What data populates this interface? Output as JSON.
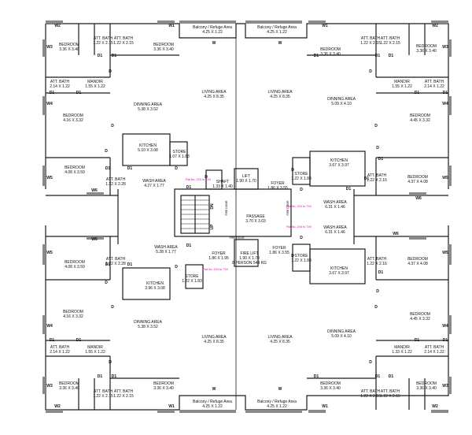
{
  "rooms": [
    {
      "id": "bed-tl",
      "name": "BEDROOM",
      "size": "3.36 X 3.40"
    },
    {
      "id": "bath-tl1",
      "name": "ATT. BATH",
      "size": "1.22 X 2.15"
    },
    {
      "id": "bath-tl2",
      "name": "ATT. BATH",
      "size": "1.22 X 2.15"
    },
    {
      "id": "bed-tl2",
      "name": "BEDROOM",
      "size": "3.36 X 3.40"
    },
    {
      "id": "balc-tl",
      "name": "Balcony / Refuge Area",
      "size": "4.25 X 1.22"
    },
    {
      "id": "balc-tr",
      "name": "Balcony / Refuge Area",
      "size": "4.25 X 1.22"
    },
    {
      "id": "bed-tr2",
      "name": "BEDROOM",
      "size": "3.36 X 3.40"
    },
    {
      "id": "bath-tr1",
      "name": "ATT. BATH",
      "size": "1.22 X 2.15"
    },
    {
      "id": "bath-tr2",
      "name": "ATT. BATH",
      "size": "1.22 X 2.15"
    },
    {
      "id": "bed-tr",
      "name": "BEDROOM",
      "size": "3.36 X 3.40"
    },
    {
      "id": "living-tl",
      "name": "LIVING AREA",
      "size": "4.25 X 8.35"
    },
    {
      "id": "living-tr",
      "name": "LIVING AREA",
      "size": "4.25 X 8.35"
    },
    {
      "id": "attbath-l1",
      "name": "ATT. BATH",
      "size": "2.14 X 1.22"
    },
    {
      "id": "mandir-l1",
      "name": "MANDIR",
      "size": "1.55 X 1.22"
    },
    {
      "id": "mandir-r1",
      "name": "MANDIR",
      "size": "1.55 X 1.22"
    },
    {
      "id": "attbath-r1",
      "name": "ATT. BATH",
      "size": "2.14 X 1.22"
    },
    {
      "id": "dining-tl",
      "name": "DINNING AREA",
      "size": "5.38 X 3.52"
    },
    {
      "id": "dining-tr",
      "name": "DINNING AREA",
      "size": "5.09 X 4.10"
    },
    {
      "id": "bed-l2",
      "name": "BEDROOM",
      "size": "4.16 X 3.32"
    },
    {
      "id": "bed-r2",
      "name": "BEDROOM",
      "size": "4.45 X 3.32"
    },
    {
      "id": "kitchen-tl",
      "name": "KITCHEN",
      "size": "5.10 X 3.08"
    },
    {
      "id": "store-tl",
      "name": "STORE",
      "size": "1.07 X 1.83"
    },
    {
      "id": "bed-l3",
      "name": "BEDROOM",
      "size": "4.08 X 3.59"
    },
    {
      "id": "bath-l3",
      "name": "ATT. BATH",
      "size": "1.22 X 2.28"
    },
    {
      "id": "wash-tl",
      "name": "WASH AREA",
      "size": "4.27 X 1.77"
    },
    {
      "id": "shaft-t",
      "name": "SHAFT",
      "size": "1.33 X 1.40"
    },
    {
      "id": "lift-t",
      "name": "LIFT",
      "size": "1.90 X 1.70"
    },
    {
      "id": "foyer-tr",
      "name": "FOYER",
      "size": "1.86 X 3.55"
    },
    {
      "id": "store-tr",
      "name": "STORE",
      "size": "1.22 X 1.83"
    },
    {
      "id": "kitchen-tr",
      "name": "KITCHEN",
      "size": "3.67 X 3.97"
    },
    {
      "id": "bath-r3",
      "name": "ATT. BATH",
      "size": "1.22 X 2.16"
    },
    {
      "id": "bed-r3",
      "name": "BEDROOM",
      "size": "4.37 X 4.08"
    },
    {
      "id": "wash-tr",
      "name": "WASH AREA",
      "size": "6.31 X 1.46"
    },
    {
      "id": "passage",
      "name": "PASSAGE",
      "size": "3.70 X 3.03"
    },
    {
      "id": "wash-br",
      "name": "WASH AREA",
      "size": "6.31 X 1.46"
    },
    {
      "id": "wash-bl",
      "name": "WASH AREA",
      "size": "5.28 X 1.77"
    },
    {
      "id": "bed-l4",
      "name": "BEDROOM",
      "size": "4.08 X 3.59"
    },
    {
      "id": "bath-l4",
      "name": "ATT. BATH",
      "size": "1.22 X 2.28"
    },
    {
      "id": "foyer-bl",
      "name": "FOYER",
      "size": "1.86 X 1.95"
    },
    {
      "id": "firelift",
      "name": "FIRE LIFT",
      "size": "1.90 X 1.70",
      "extra": "8 PERSON 544 KG"
    },
    {
      "id": "foyer-br",
      "name": "FOYER",
      "size": "1.86 X 3.55"
    },
    {
      "id": "store-br",
      "name": "STORE",
      "size": "1.22 X 1.83"
    },
    {
      "id": "kitchen-br",
      "name": "KITCHEN",
      "size": "3.67 X 3.97"
    },
    {
      "id": "bath-r4",
      "name": "ATT. BATH",
      "size": "1.22 X 2.16"
    },
    {
      "id": "bed-r4",
      "name": "BEDROOM",
      "size": "4.37 X 4.08"
    },
    {
      "id": "kitchen-bl",
      "name": "KITCHEN",
      "size": "3.96 X 3.08"
    },
    {
      "id": "store-bl",
      "name": "STORE",
      "size": "1.22 X 1.83"
    },
    {
      "id": "bed-l5",
      "name": "BEDROOM",
      "size": "4.16 X 3.32"
    },
    {
      "id": "dining-bl",
      "name": "DINNING AREA",
      "size": "5.38 X 3.52"
    },
    {
      "id": "dining-br",
      "name": "DINNING AREA",
      "size": "5.09 X 4.10"
    },
    {
      "id": "bed-r5",
      "name": "BEDROOM",
      "size": "4.45 X 3.32"
    },
    {
      "id": "living-bl",
      "name": "LIVING AREA",
      "size": "4.25 X 8.35"
    },
    {
      "id": "living-br",
      "name": "LIVING AREA",
      "size": "4.25 X 8.35"
    },
    {
      "id": "attbath-l6",
      "name": "ATT. BATH",
      "size": "2.14 X 1.22"
    },
    {
      "id": "mandir-l6",
      "name": "MANDIR",
      "size": "1.55 X 1.22"
    },
    {
      "id": "mandir-r6",
      "name": "MANDIR",
      "size": "1.33 X 1.22"
    },
    {
      "id": "attbath-r6",
      "name": "ATT. BATH",
      "size": "2.14 X 1.22"
    },
    {
      "id": "bed-bl",
      "name": "BEDROOM",
      "size": "3.36 X 3.40"
    },
    {
      "id": "bath-bl1",
      "name": "ATT. BATH",
      "size": "1.22 X 2.15"
    },
    {
      "id": "bath-bl2",
      "name": "ATT. BATH",
      "size": "1.22 X 2.15"
    },
    {
      "id": "bed-bl2",
      "name": "BEDROOM",
      "size": "3.36 X 3.40"
    },
    {
      "id": "balc-bl",
      "name": "Balcony / Refuge Area",
      "size": "4.25 X 1.22"
    },
    {
      "id": "balc-br",
      "name": "Balcony / Refuge Area",
      "size": "4.25 X 1.22"
    },
    {
      "id": "bed-br2",
      "name": "BEDROOM",
      "size": "3.36 X 3.40"
    },
    {
      "id": "bath-br1",
      "name": "ATT. BATH",
      "size": "1.22 X 2.15"
    },
    {
      "id": "bath-br2",
      "name": "ATT. BATH",
      "size": "1.22 X 2.15"
    },
    {
      "id": "bed-br",
      "name": "BEDROOM",
      "size": "3.36 X 3.40"
    }
  ],
  "marks": [
    "W1",
    "W2",
    "W3",
    "W4",
    "W5",
    "W6",
    "W",
    "D",
    "D1",
    "UP",
    "DN"
  ],
  "notes": {
    "fire_door": "FIRE DOOR",
    "magenta": "Flat No. 2XX to 7XX"
  },
  "colors": {
    "wall": "#1a1a1a",
    "window": "#8a8a8a",
    "note": "#d400b0"
  }
}
